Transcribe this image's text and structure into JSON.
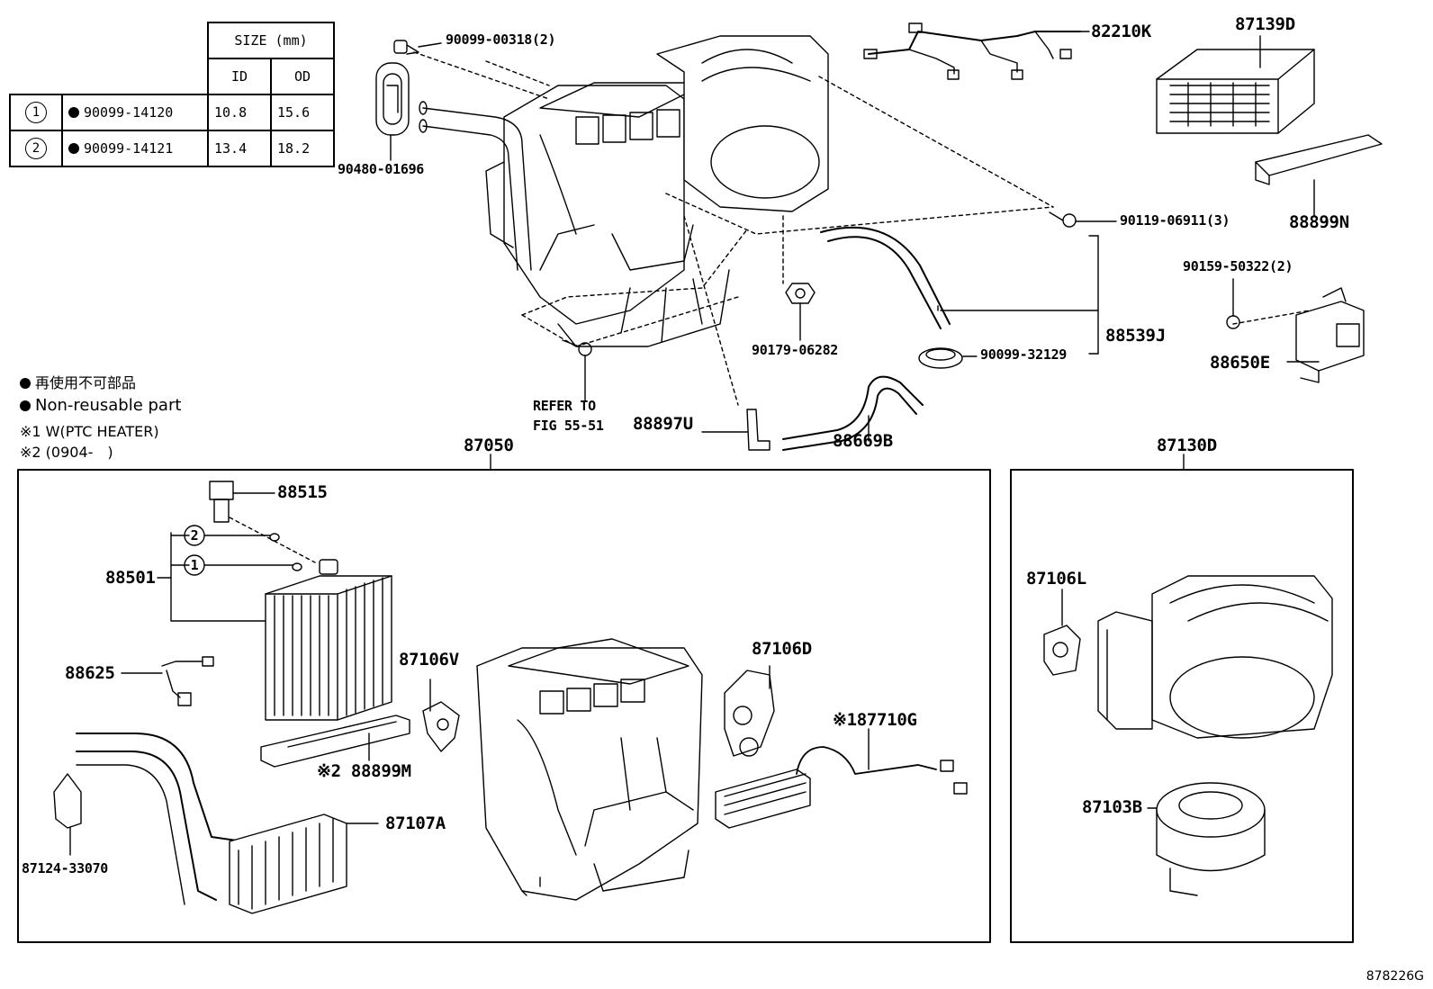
{
  "size_table": {
    "header_size": "SIZE (mm)",
    "header_id": "ID",
    "header_od": "OD",
    "rows": [
      {
        "ref": "1",
        "part": "90099-14120",
        "id": "10.8",
        "od": "15.6"
      },
      {
        "ref": "2",
        "part": "90099-14121",
        "id": "13.4",
        "od": "18.2"
      }
    ]
  },
  "legend": {
    "jp": "再使用不可部品",
    "en": "Non-reusable part",
    "note1": "※1 W(PTC HEATER)",
    "note2": "※2 (0904-　)"
  },
  "parts": {
    "p90099_00318": "90099-00318(2)",
    "p82210K": "82210K",
    "p87139D": "87139D",
    "p90480_01696": "90480-01696",
    "p90119_06911": "90119-06911(3)",
    "p88899N": "88899N",
    "p90159_50322": "90159-50322(2)",
    "p88539J": "88539J",
    "p90179_06282": "90179-06282",
    "p90099_32129": "90099-32129",
    "p88650E": "88650E",
    "refer1": "REFER TO",
    "refer2": "FIG 55-51",
    "p88897U": "88897U",
    "p88669B": "88669B",
    "p87050": "87050",
    "p87130D": "87130D",
    "p88515": "88515",
    "p88501": "88501",
    "ref2": "2",
    "ref1": "1",
    "p87106V": "87106V",
    "p87106D": "87106D",
    "p88625": "88625",
    "p87710G": "※187710G",
    "p88899M": "※2 88899M",
    "p87107A": "87107A",
    "p87124_33070": "87124-33070",
    "p87106L": "87106L",
    "p87103B": "87103B"
  },
  "figure_id": "878226G"
}
